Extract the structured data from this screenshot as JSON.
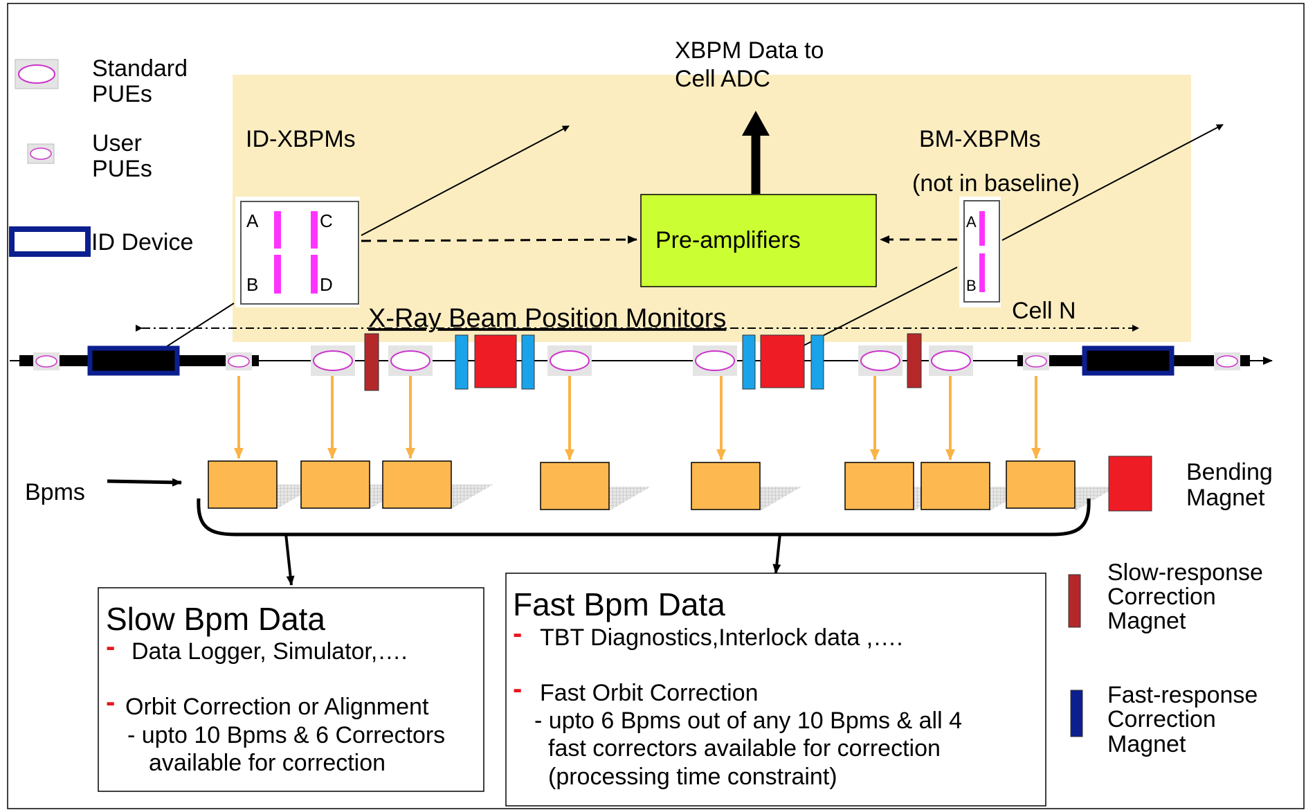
{
  "legend": {
    "standard_pue": [
      "Standard",
      "PUEs"
    ],
    "user_pue": [
      "User",
      "PUEs"
    ],
    "id_device": "ID Device",
    "bending_magnet": [
      "Bending",
      "Magnet"
    ],
    "slow_corrector": [
      "Slow-response",
      "Correction",
      "Magnet"
    ],
    "fast_corrector": [
      "Fast-response",
      "Correction",
      "Magnet"
    ]
  },
  "xbpm": {
    "output": [
      "XBPM Data to",
      "Cell ADC"
    ],
    "id_xbpms": "ID-XBPMs",
    "bm_xbpms": "BM-XBPMs",
    "bm_note": "(not in baseline)",
    "preamp": "Pre-amplifiers",
    "region_label": "X-Ray Beam Position Monitors",
    "cell_label": "Cell N",
    "id_quadrants": [
      "A",
      "C",
      "B",
      "D"
    ],
    "bm_quadrants": [
      "A",
      "B"
    ]
  },
  "bpms_label": "Bpms",
  "slow_box": {
    "title": "Slow Bpm Data",
    "items": [
      {
        "dash": "-",
        "text": "Data Logger, Simulator,…."
      },
      {
        "dash": "-",
        "text": "Orbit Correction or Alignment"
      }
    ],
    "sub": [
      "- upto 10 Bpms & 6 Correctors",
      "available for correction"
    ]
  },
  "fast_box": {
    "title": "Fast Bpm Data",
    "items": [
      {
        "dash": "-",
        "text": "TBT Diagnostics,Interlock data ,…."
      },
      {
        "dash": "-",
        "text": "Fast Orbit Correction"
      }
    ],
    "sub": [
      "- upto 6 Bpms out of any 10 Bpms & all 4",
      "fast correctors available for correction",
      "(processing time constraint)"
    ]
  },
  "colors": {
    "xbpm_region": "#fbedc0",
    "preamp_fill": "#ccff33",
    "bpm_box": "#fdb950",
    "arrow_orange": "#fbb347",
    "bending_magnet": "#ee1c25",
    "slow_corrector": "#b5282a",
    "fast_corrector": "#1aa3e8",
    "fast_legend": "#0c1f8e",
    "id_device": "#0c1f8e",
    "quadrant": "#ff33ff",
    "dash_red": "#e8161b"
  }
}
